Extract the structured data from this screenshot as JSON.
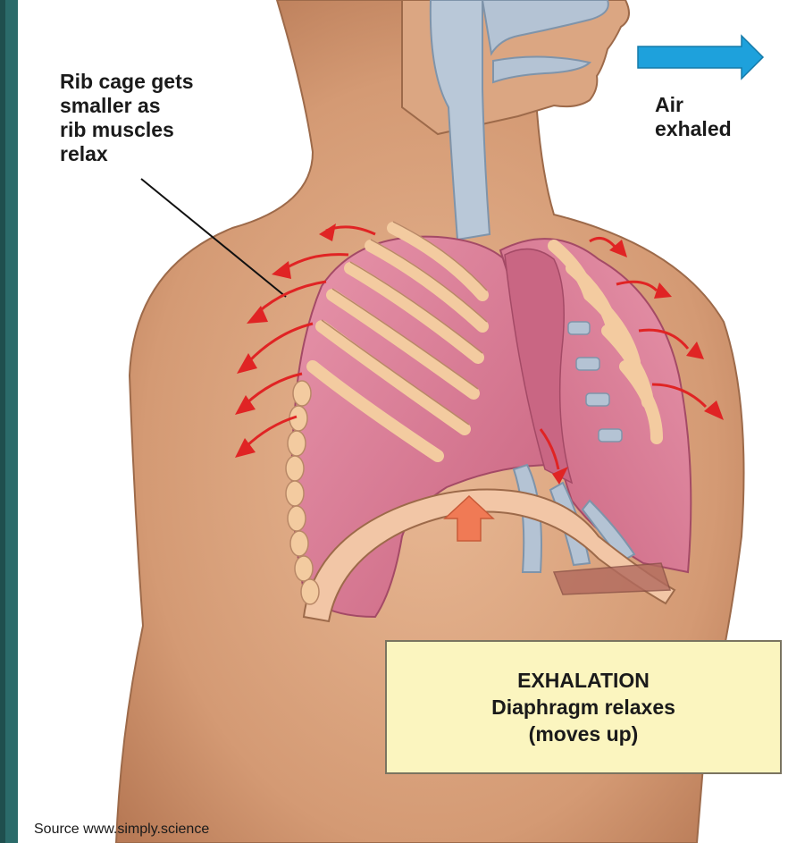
{
  "labels": {
    "rib_cage": "Rib cage gets\nsmaller as\nrib muscles\nrelax",
    "air": "Air\nexhaled"
  },
  "callout": {
    "title": "EXHALATION",
    "line1": "Diaphragm relaxes",
    "line2": "(moves up)"
  },
  "source": "Source  www.simply.science",
  "colors": {
    "slide_edge": "#2b6b6a",
    "skin": "#d9a27c",
    "lung": "#d97b94",
    "rib": "#f3cba0",
    "trachea": "#b4c3d4",
    "arrow_red": "#e02424",
    "air_arrow": "#1ea1dc",
    "diaphragm_arrow": "#f07a55",
    "callout_bg": "#fbf5bf"
  },
  "icons": [
    "air-exhaled-arrow",
    "rib-movement-arrows",
    "diaphragm-up-arrow"
  ]
}
